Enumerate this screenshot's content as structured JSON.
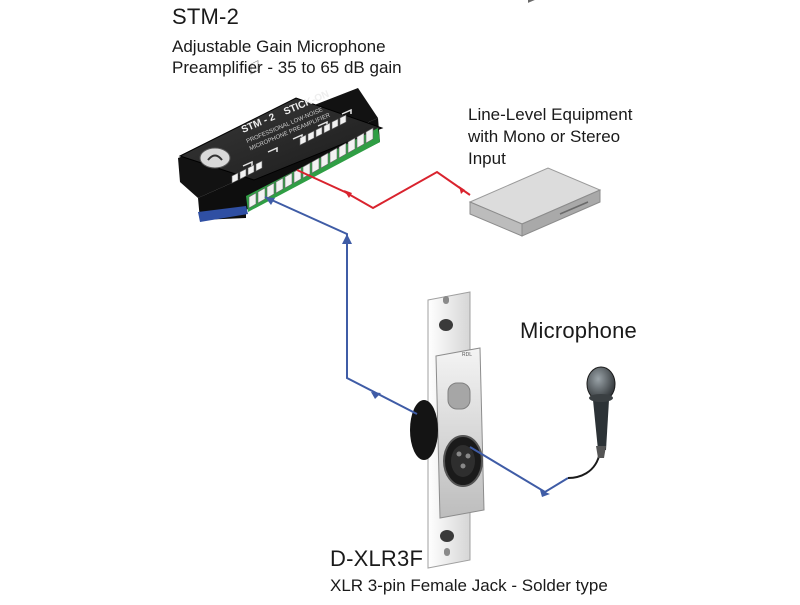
{
  "stm2": {
    "title": "STM-2",
    "desc_line1": "Adjustable Gain Microphone",
    "desc_line2": "Preamplifier - 35 to 65 dB gain",
    "panel_line1": "STM - 2",
    "panel_line2": "STICK-ON",
    "panel_line3": "PROFESSIONAL LOW-NOISE",
    "panel_line4": "MICROPHONE PREAMPLIFIER"
  },
  "line_level": {
    "line1": "Line-Level Equipment",
    "line2": "with Mono or Stereo",
    "line3": "Input"
  },
  "microphone": {
    "label": "Microphone"
  },
  "dxlr3f": {
    "title": "D-XLR3F",
    "desc": "XLR 3-pin Female Jack - Solder type",
    "plate_text": "RDL"
  },
  "colors": {
    "output_wire": "#d9232e",
    "input_wire": "#3f5ca6",
    "terminal_green": "#2f9e44",
    "module_body": "#1b1b1b"
  }
}
